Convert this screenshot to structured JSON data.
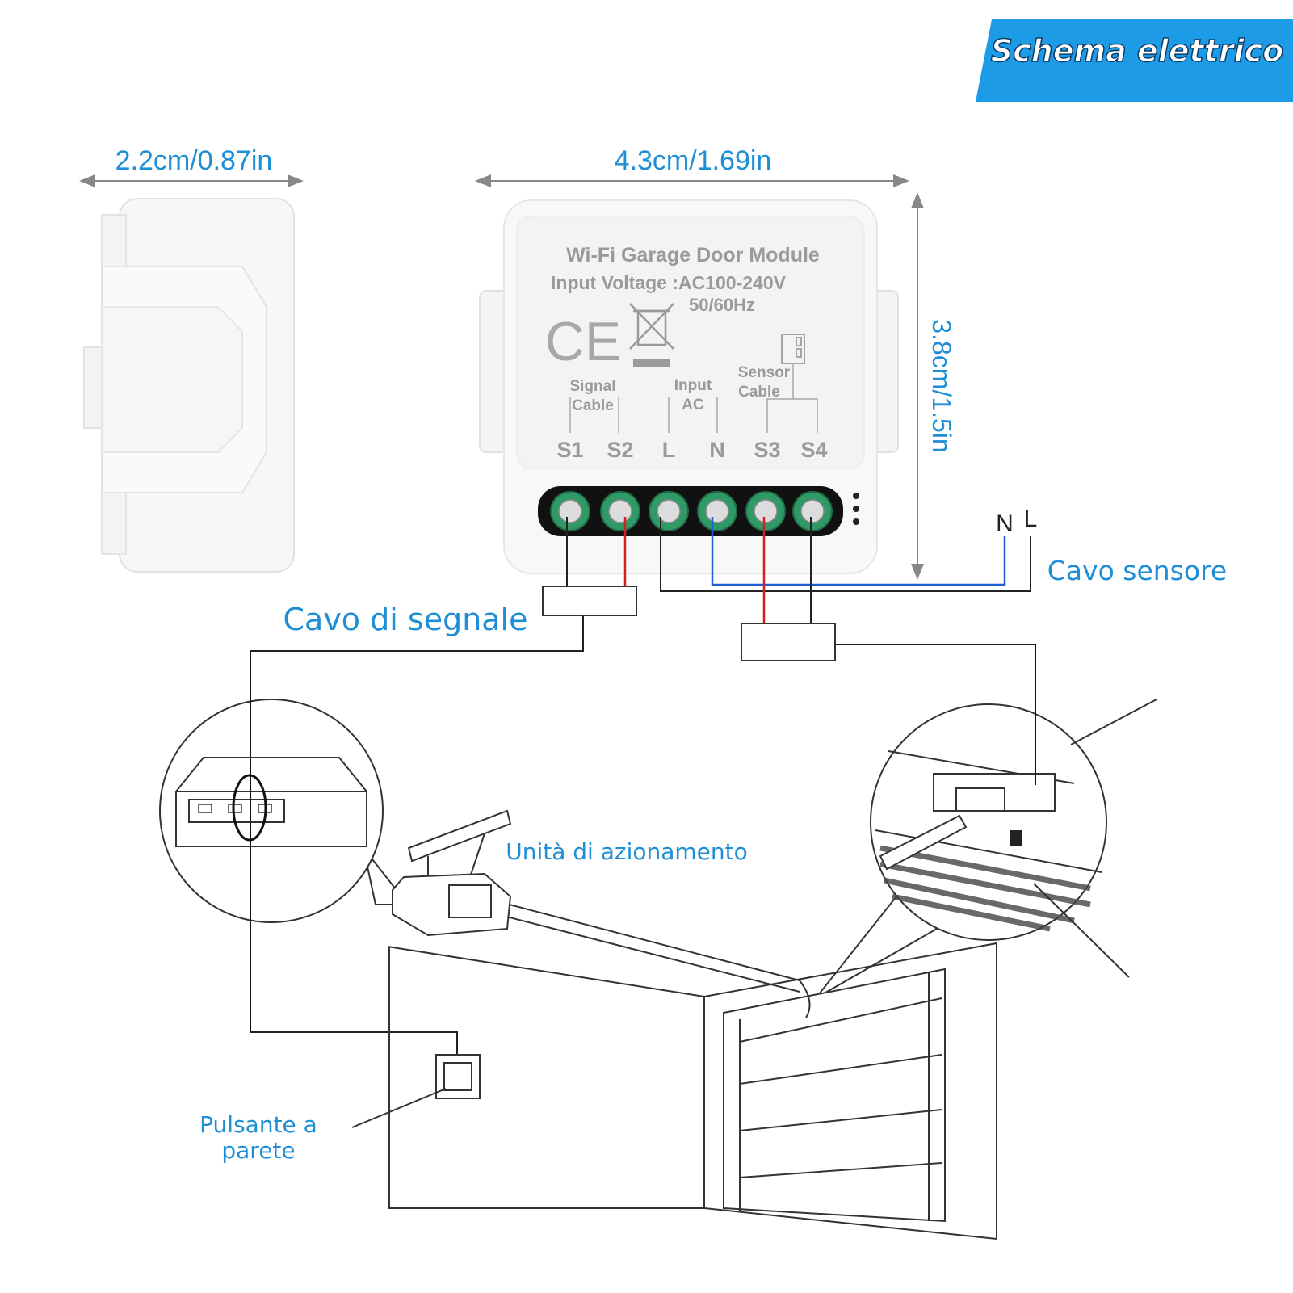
{
  "banner": {
    "title": "Schema elettrico",
    "color": "#1e9be6"
  },
  "dimensions": {
    "depth": "2.2cm/0.87in",
    "width": "4.3cm/1.69in",
    "height": "3.8cm/1.5in"
  },
  "module": {
    "title": "Wi-Fi Garage Door Module",
    "voltage": "Input Voltage :AC100-240V",
    "frequency": "50/60Hz",
    "ce_mark": "CE",
    "signal_cable_line1": "Signal",
    "signal_cable_line2": "Cable",
    "input_ac_line1": "Input",
    "input_ac_line2": "AC",
    "sensor_cable_line1": "Sensor",
    "sensor_cable_line2": "Cable",
    "terminals": [
      "S1",
      "S2",
      "L",
      "N",
      "S3",
      "S4"
    ]
  },
  "power": {
    "neutral": "N",
    "line": "L"
  },
  "labels": {
    "signal_cable": "Cavo di segnale",
    "sensor_cable": "Cavo sensore",
    "drive_unit": "Unità di azionamento",
    "wall_button_line1": "Pulsante a",
    "wall_button_line2": "parete"
  },
  "colors": {
    "accent": "#1e8fd6",
    "terminal_block": "#2f9a66",
    "wire_red": "#d42020",
    "wire_blue": "#1e5fd6"
  }
}
